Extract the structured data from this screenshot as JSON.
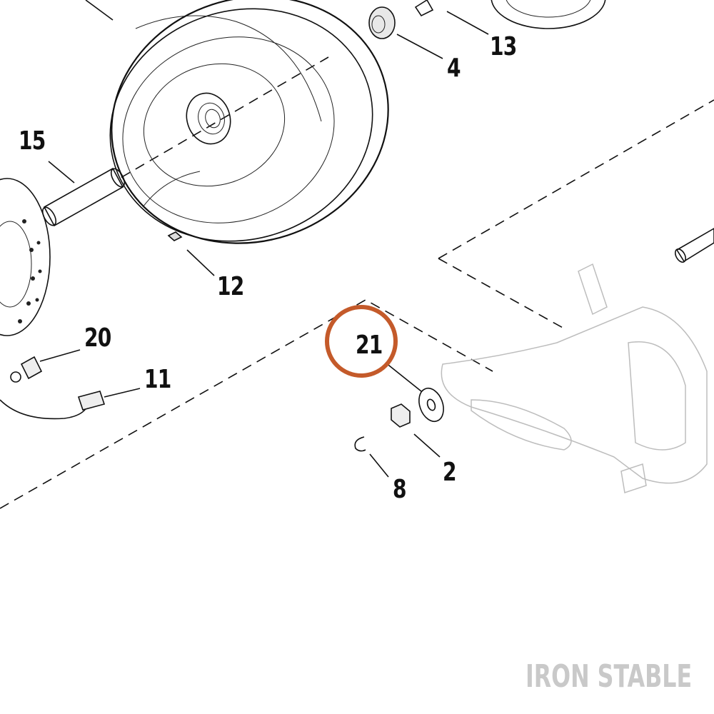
{
  "callouts": {
    "c2": "2",
    "c4": "4",
    "c8": "8",
    "c11": "11",
    "c12": "12",
    "c13": "13",
    "c15": "15",
    "c20": "20",
    "c21": "21"
  },
  "highlight": {
    "target": "21",
    "color": "#c45a2a"
  },
  "watermark": "IRON STABLE"
}
